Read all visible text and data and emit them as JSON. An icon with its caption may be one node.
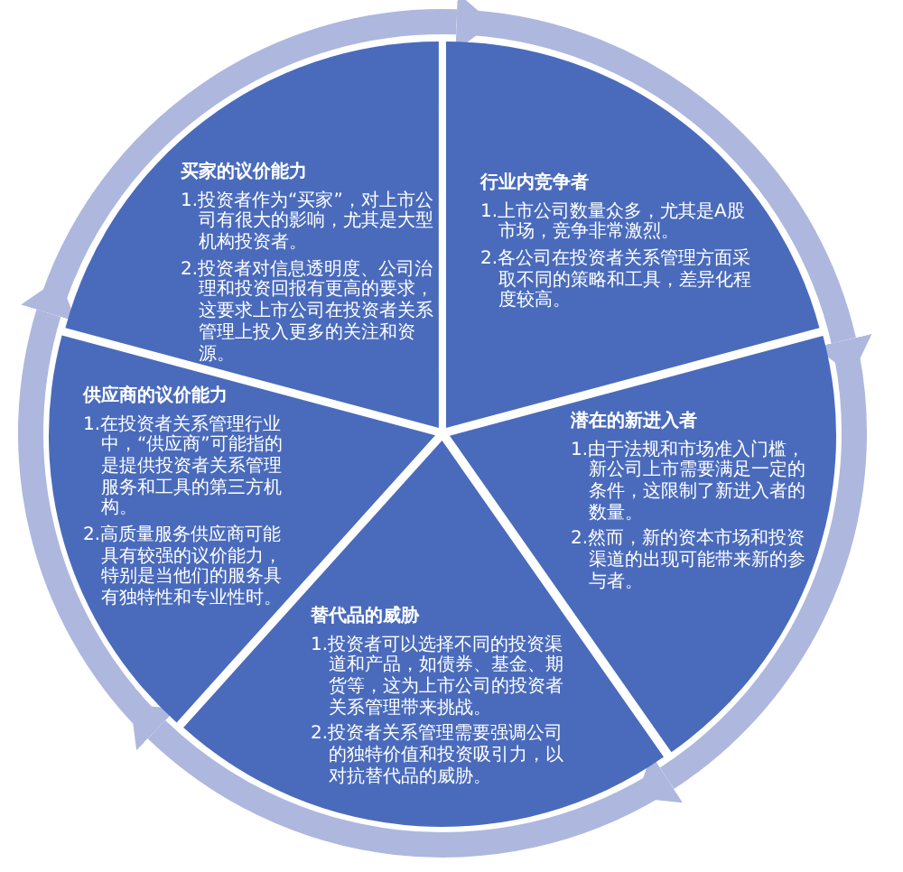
{
  "diagram": {
    "nodes": [
      {
        "text": [
          "买家的议价能力",
          "1.投资者作为“买家”，对上市公司有很大的影响，尤其是大型机构投资者。",
          "2.投资者对信息透明度、公司治理和投资回报有更高的要求，这要求上市公司在投资者关系管理上投入更多的关注和资源。"
        ]
      },
      {
        "text": [
          "行业内竞争者",
          "1.上市公司数量众多，尤其是A股市场，竞争非常激烈。",
          "2.各公司在投资者关系管理方面采取不同的策略和工具，差异化程度较高。"
        ]
      },
      {
        "text": [
          "潜在的新进入者",
          "1.由于法规和市场准入门槛，新公司上市需要满足一定的条件，这限制了新进入者的数量。",
          "2.然而，新的资本市场和投资渠道的出现可能带来新的参与者。"
        ]
      },
      {
        "text": [
          "替代品的威胁",
          "1.投资者可以选择不同的投资渠道和产品，如债券、基金、期货等，这为上市公司的投资者关系管理带来挑战。",
          "2.投资者关系管理需要强调公司的独特价值和投资吸引力，以对抗替代品的威胁。"
        ]
      },
      {
        "text": [
          "供应商的议价能力",
          "1.在投资者关系管理行业中，“供应商”可能指的是提供投资者关系管理服务和工具的第三方机构。",
          "2.高质量服务供应商可能具有较强的议价能力，特别是当他们的服务具有独特性和专业性时。"
        ]
      }
    ],
    "edges": [
      {
        "from": 0,
        "to": 1,
        "arrow": "to"
      },
      {
        "from": 1,
        "to": 2,
        "arrow": "to"
      },
      {
        "from": 2,
        "to": 3,
        "arrow": "to"
      },
      {
        "from": 3,
        "to": 4,
        "arrow": "to"
      },
      {
        "from": 4,
        "to": 0,
        "arrow": "to"
      }
    ]
  }
}
